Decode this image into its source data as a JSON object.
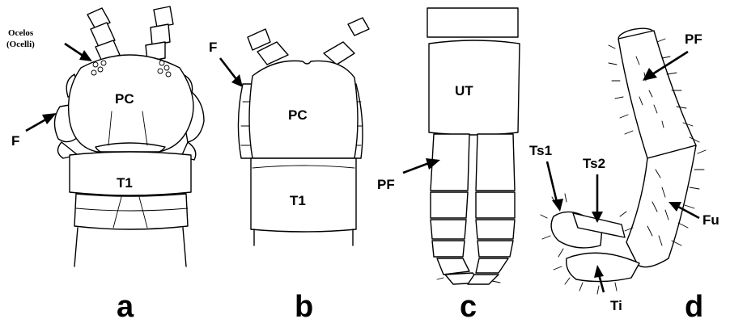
{
  "figure": {
    "panels": [
      {
        "id": "a",
        "letter": "a"
      },
      {
        "id": "b",
        "letter": "b"
      },
      {
        "id": "c",
        "letter": "c"
      },
      {
        "id": "d",
        "letter": "d"
      }
    ],
    "labels": {
      "ocelos": "Ocelos",
      "ocelli": "(Ocelli)",
      "a_pc": "PC",
      "a_t1": "T1",
      "a_f": "F",
      "b_f": "F",
      "b_pc": "PC",
      "b_t1": "T1",
      "c_ut": "UT",
      "c_pf": "PF",
      "d_pf": "PF",
      "d_ts1": "Ts1",
      "d_ts2": "Ts2",
      "d_fu": "Fu",
      "d_ti": "Ti"
    }
  }
}
